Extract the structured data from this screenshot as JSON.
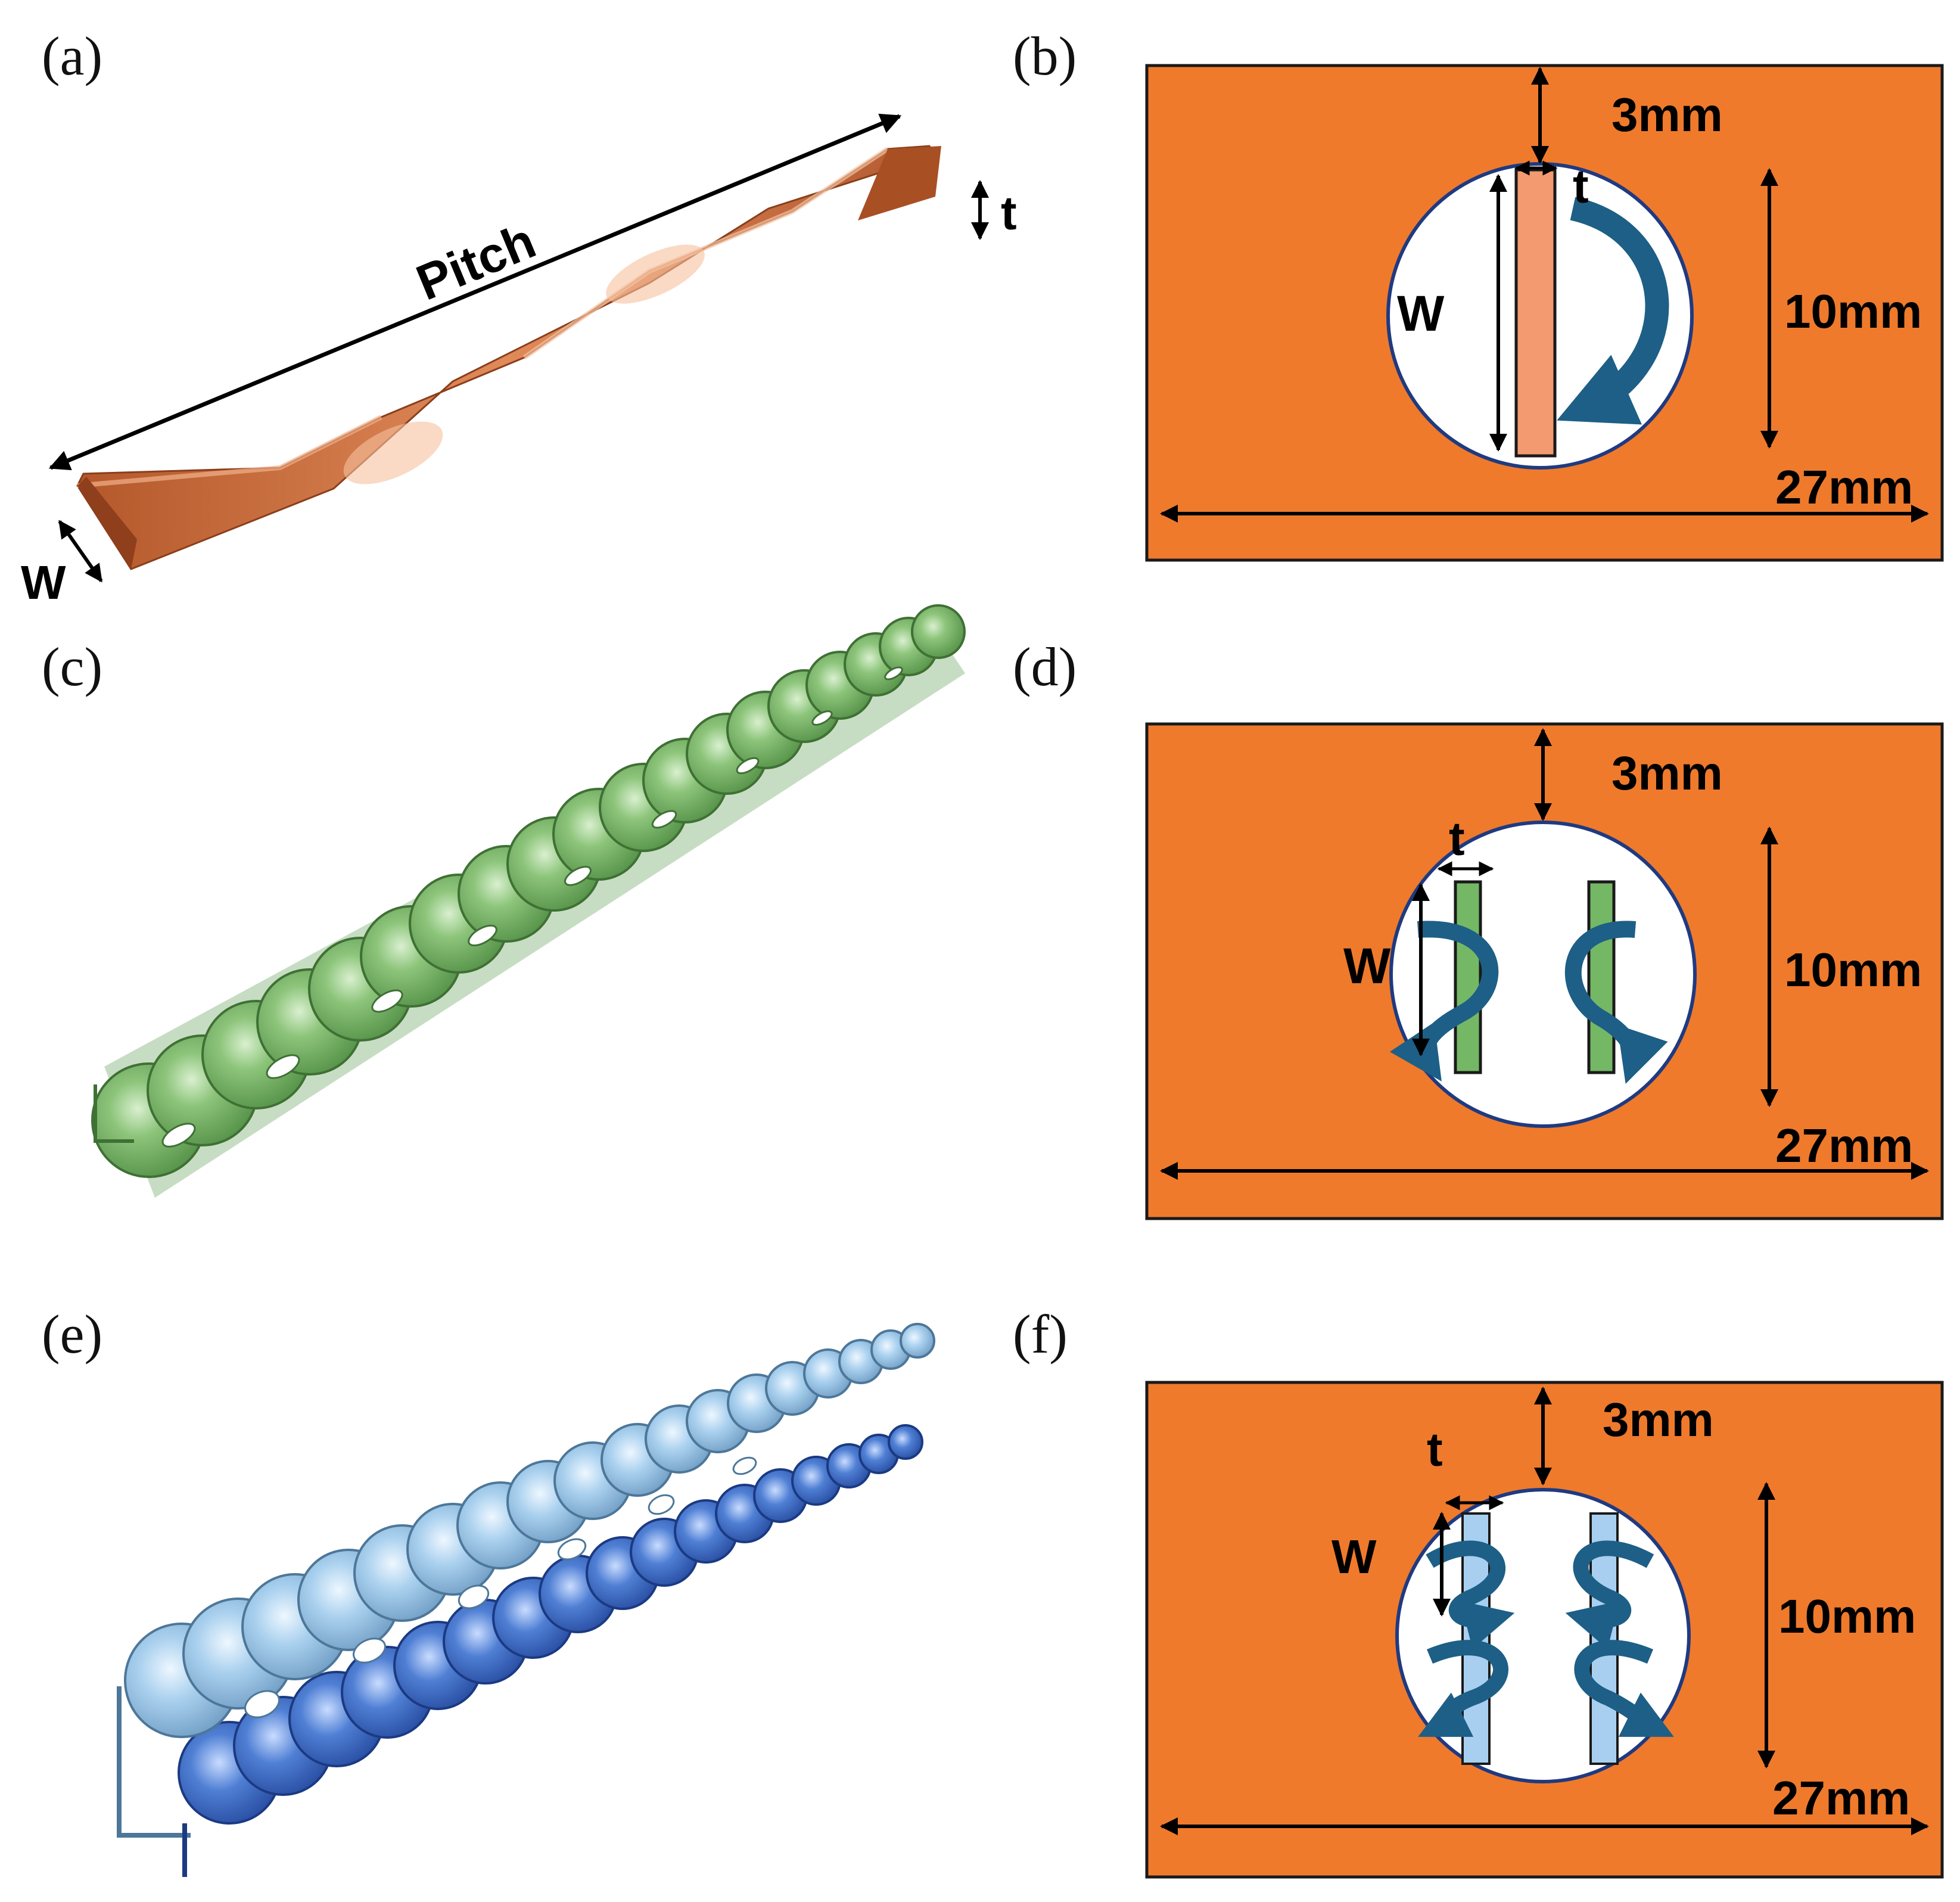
{
  "panels": {
    "a": {
      "label": "(a)",
      "pitch_label": "Pitch",
      "t_label": "t",
      "w_label": "W"
    },
    "b": {
      "label": "(b)",
      "gap_label": "3mm",
      "t_label": "t",
      "w_label": "W",
      "diameter_label": "10mm",
      "length_label": "27mm"
    },
    "c": {
      "label": "(c)"
    },
    "d": {
      "label": "(d)",
      "gap_label": "3mm",
      "t_label": "t",
      "w_label": "W",
      "diameter_label": "10mm",
      "length_label": "27mm"
    },
    "e": {
      "label": "(e)"
    },
    "f": {
      "label": "(f)",
      "gap_label": "3mm",
      "t_label": "t",
      "w_label": "W",
      "diameter_label": "10mm",
      "length_label": "27mm"
    }
  },
  "colors": {
    "channel_orange": "#ef7a2c",
    "copper": "#c96a3a",
    "tape_single": "#f39a70",
    "tape_green": "#74b866",
    "tape_light_blue": "#a8cff0",
    "tape_dark_blue": "#3f6fc4",
    "swirl_arrow": "#1d5f86",
    "circle_border": "#1f3a80"
  }
}
